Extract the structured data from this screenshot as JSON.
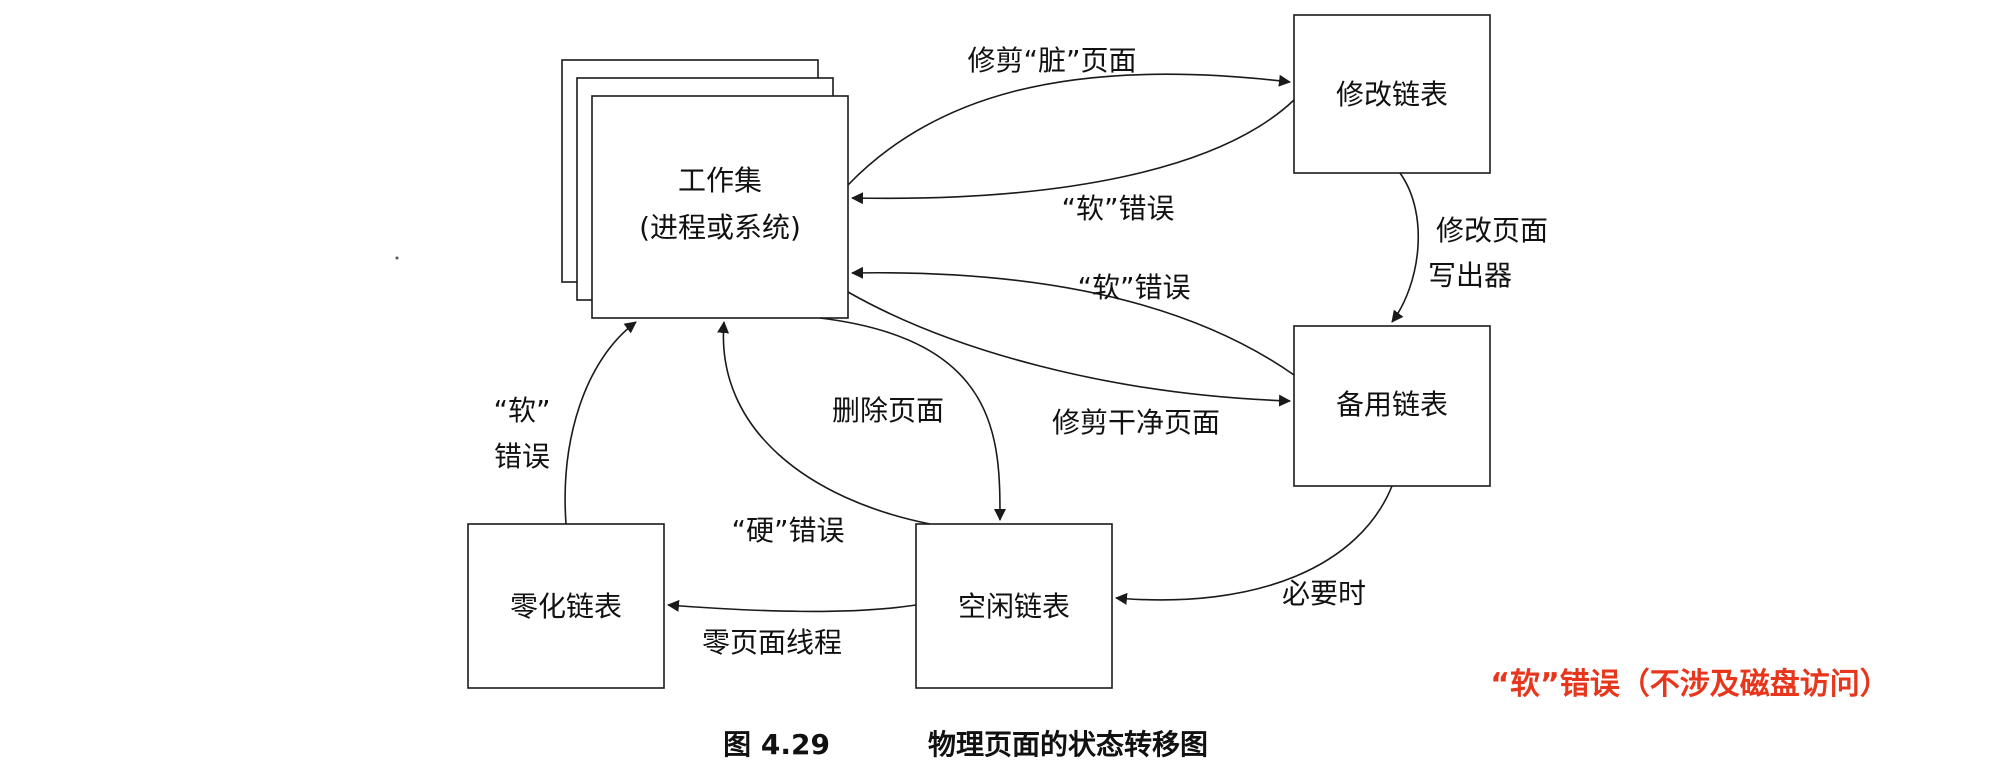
{
  "nodes": {
    "working_set": {
      "line1": "工作集",
      "line2": "(进程或系统)"
    },
    "modified_list": "修改链表",
    "standby_list": "备用链表",
    "free_list": "空闲链表",
    "zeroed_list": "零化链表"
  },
  "edges": {
    "trim_dirty": "修剪“脏”页面",
    "soft_fault_modified": "“软”错误",
    "soft_fault_standby": "“软”错误",
    "trim_clean": "修剪干净页面",
    "modified_page_writer_line1": "修改页面",
    "modified_page_writer_line2": "写出器",
    "delete_page": "删除页面",
    "hard_fault": "“硬”错误",
    "when_needed": "必要时",
    "zero_page_thread": "零页面线程",
    "soft_fault_zeroed_line1": "“软”",
    "soft_fault_zeroed_line2": "错误"
  },
  "annotation": {
    "text": "“软”错误（不涉及磁盘访问）",
    "color": "#e8361c"
  },
  "caption": {
    "label": "图 4.29",
    "title": "物理页面的状态转移图"
  }
}
